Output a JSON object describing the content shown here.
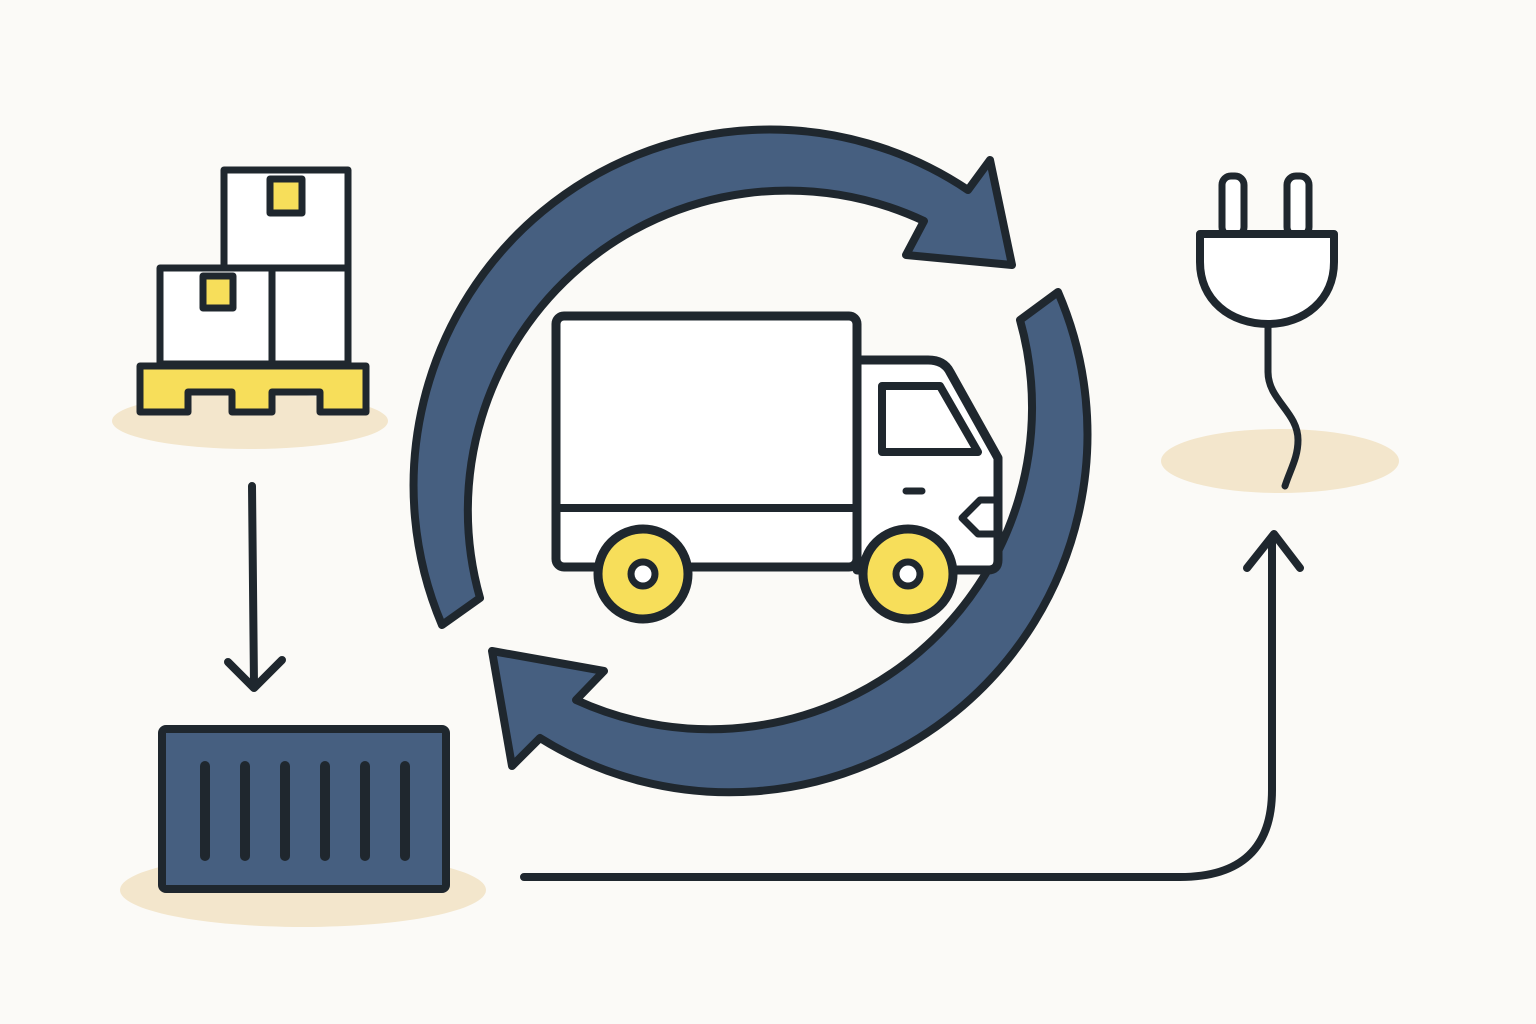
{
  "diagram": {
    "description_free": true,
    "colors": {
      "background": "#fbfaf7",
      "outline": "#1f272e",
      "navy": "#465f80",
      "yellow": "#f7de5a",
      "shadow": "#f3e6cc",
      "box_fill": "#ffffff"
    },
    "nodes": [
      {
        "id": "pallet",
        "icon": "boxes-on-pallet-icon"
      },
      {
        "id": "container",
        "icon": "shipping-container-icon"
      },
      {
        "id": "truck",
        "icon": "delivery-truck-icon"
      },
      {
        "id": "plug",
        "icon": "electric-plug-icon"
      }
    ],
    "edges": [
      {
        "from": "pallet",
        "to": "container",
        "icon": "arrow-down-icon"
      },
      {
        "from": "container",
        "to": "plug",
        "icon": "arrow-curved-up-icon"
      }
    ],
    "cycle": {
      "icon": "circular-refresh-arrows-icon",
      "arrows": 2
    }
  }
}
